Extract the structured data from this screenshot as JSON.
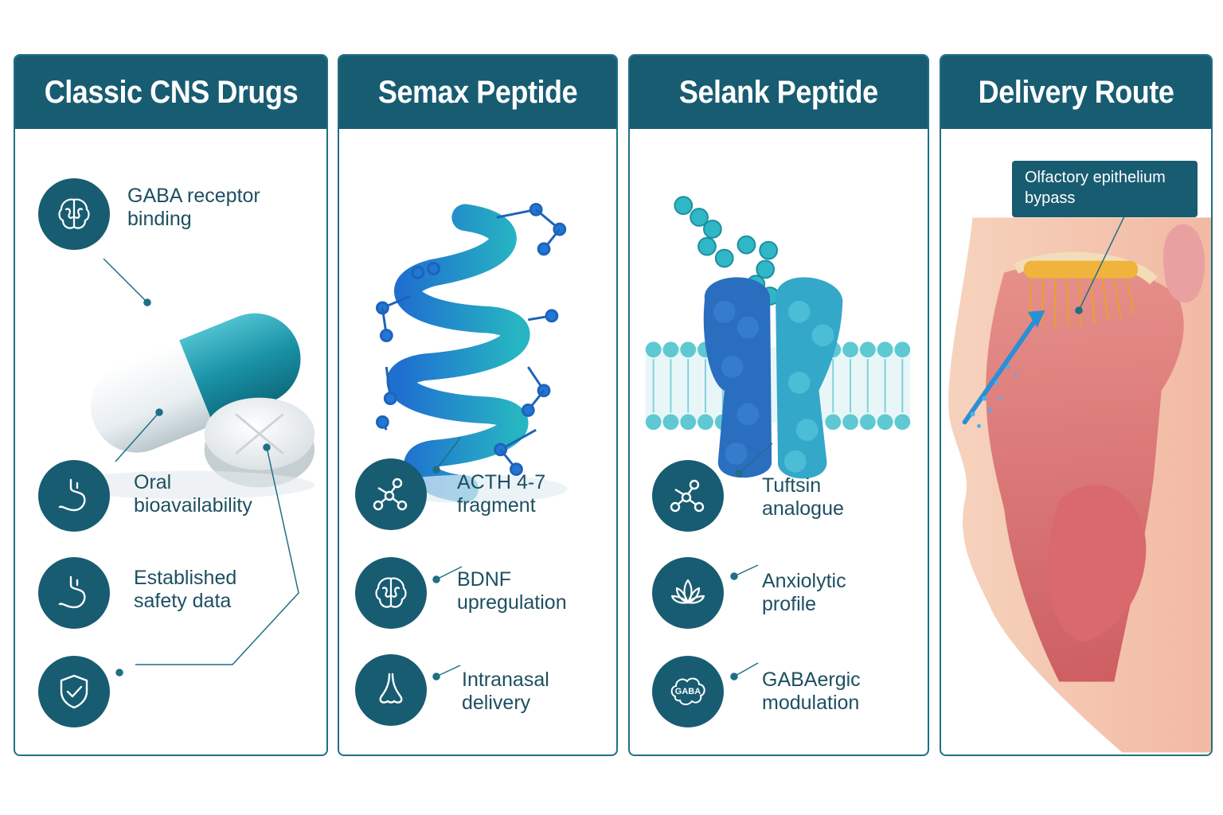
{
  "columns": [
    {
      "title": "Classic CNS Drugs",
      "features": [
        {
          "icon": "brain-icon",
          "label": "GABA receptor\nbinding"
        },
        {
          "icon": "stomach-icon",
          "label": "Oral\nbioavailability"
        },
        {
          "icon": "stomach-icon",
          "label": "Established\nsafety data"
        },
        {
          "icon": "shield-check-icon",
          "label": ""
        }
      ]
    },
    {
      "title": "Semax Peptide",
      "features": [
        {
          "icon": "molecule-icon",
          "label": "ACTH 4-7\nfragment"
        },
        {
          "icon": "brain-icon",
          "label": "BDNF\nupregulation"
        },
        {
          "icon": "nose-icon",
          "label": "Intranasal\ndelivery"
        }
      ]
    },
    {
      "title": "Selank Peptide",
      "features": [
        {
          "icon": "molecule-icon",
          "label": "Tuftsin\nanalogue"
        },
        {
          "icon": "lotus-icon",
          "label": "Anxiolytic\nprofile"
        },
        {
          "icon": "gaba-cloud-icon",
          "label": "GABAergic\nmodulation",
          "icon_text": "GABA"
        }
      ]
    },
    {
      "title": "Delivery Route",
      "callout": "Olfactory epithelium\nbypass"
    }
  ],
  "colors": {
    "header": "#185c72",
    "border": "#1f6f86",
    "text": "#1d4f61",
    "accent_teal": "#2aa7b8",
    "accent_blue": "#1f7fd0"
  }
}
